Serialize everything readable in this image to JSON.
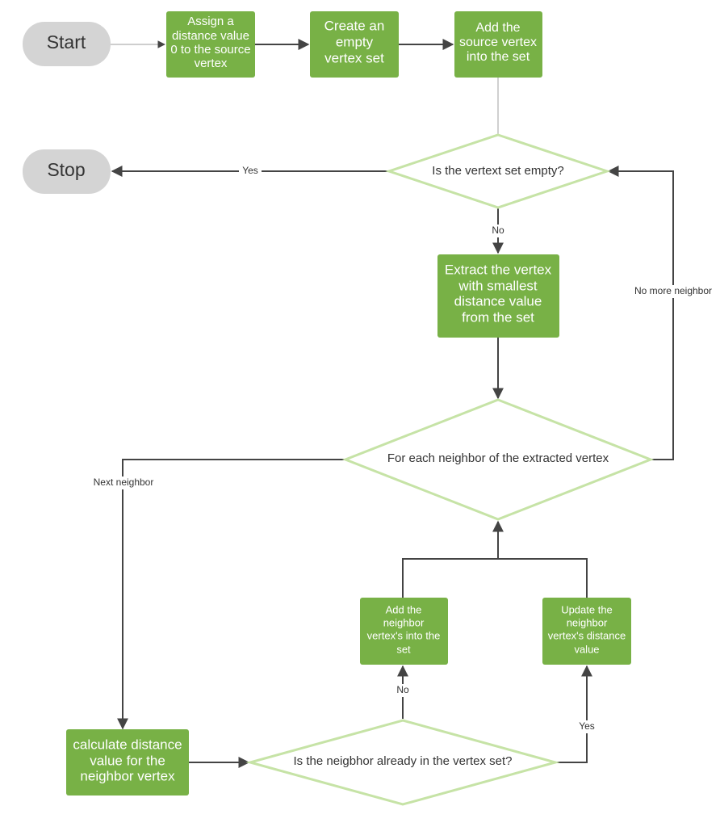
{
  "nodes": {
    "start": "Start",
    "stop": "Stop",
    "assign": [
      "Assign a",
      "distance value",
      "0 to the source",
      "vertex"
    ],
    "create": [
      "Create  an",
      "empty",
      "vertex set"
    ],
    "add_source": [
      "Add the",
      "source vertex",
      "into the set"
    ],
    "is_empty": "Is the vertext set empty?",
    "extract": [
      "Extract the vertex",
      "with smallest",
      "distance value",
      "from the set"
    ],
    "for_each": "For each neighbor of the extracted vertex",
    "add_neighbor": [
      "Add the",
      "neighbor",
      "vertex's into the",
      "set"
    ],
    "update": [
      "Update the",
      "neighbor",
      "vertex's distance",
      "value"
    ],
    "calculate": [
      "calculate distance",
      "value for the",
      "neighbor vertex"
    ],
    "is_in_set": "Is the neigbhor already in the vertex set?"
  },
  "edge_labels": {
    "yes_stop": "Yes",
    "no_extract": "No",
    "no_more": "No more neighbor",
    "next": "Next neighbor",
    "no_add": "No",
    "yes_update": "Yes"
  },
  "colors": {
    "process": "#78b146",
    "terminal": "#d4d4d4",
    "decision_border": "#c6e3a6",
    "connector": "#444444"
  }
}
